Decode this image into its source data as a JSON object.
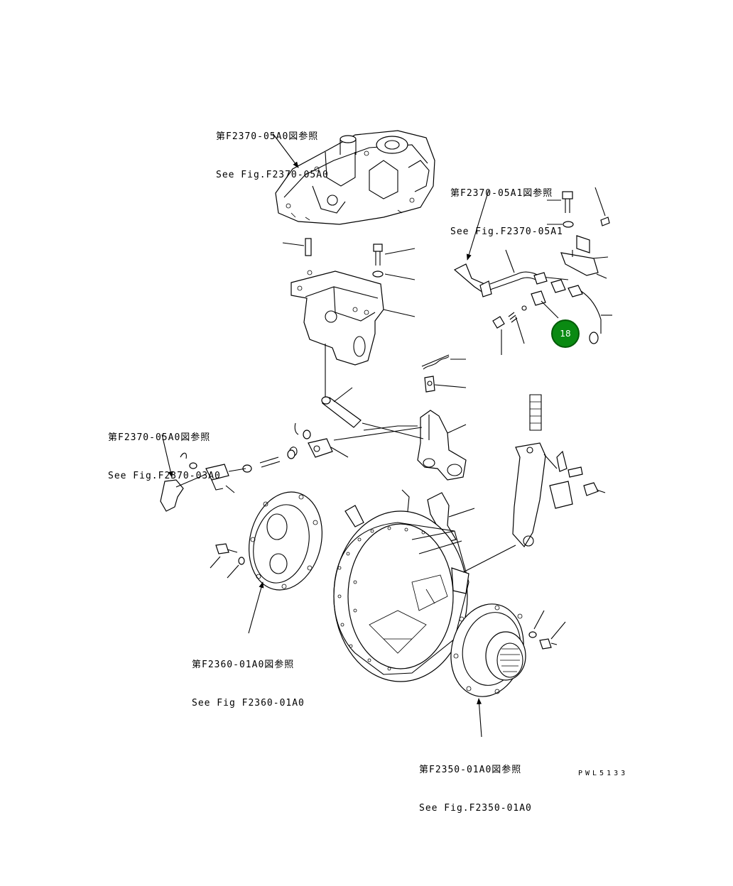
{
  "references": {
    "top_cover": {
      "line1": "第F2370-05A0図参照",
      "line2": "See Fig.F2370-05A0"
    },
    "top_right": {
      "line1": "第F2370-05A1図参照",
      "line2": "See Fig.F2370-05A1"
    },
    "left_linkage": {
      "line1": "第F2370-05A0図参照",
      "line2": "See Fig.F2370-03A0"
    },
    "plate": {
      "line1": "第F2360-01A0図参照",
      "line2": "See Fig F2360-01A0"
    },
    "hub": {
      "line1": "第F2350-01A0図参照",
      "line2": "See Fig.F2350-01A0"
    }
  },
  "callout": {
    "number": "18",
    "color": "#0a8a12",
    "border": "#045a08",
    "text_color": "#ffffff"
  },
  "drawing_code": "PWL5133",
  "icons": [
    "parts-exploded-diagram",
    "leader-arrow"
  ]
}
